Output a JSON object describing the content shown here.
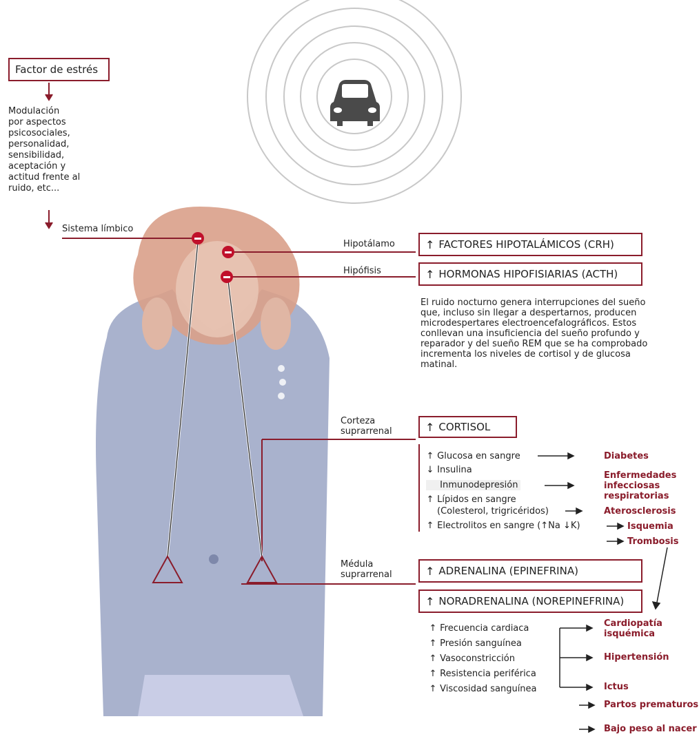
{
  "stressor": {
    "label": "Factor de estrés",
    "modulation": "Modulación\npor aspectos\npsicosociales,\npersonalidad,\nsensibilidad,\naceptación y\nactitud frente al\nruido, etc..."
  },
  "car_icon": "car-icon",
  "brain": {
    "limbic": "Sistema límbico",
    "hypothalamus": "Hipotálamo",
    "pituitary": "Hipófisis",
    "adrenal_cortex": "Corteza\nsuprarrenal",
    "adrenal_medulla": "Médula\nsuprarrenal"
  },
  "hormones": {
    "crh": "FACTORES HIPOTALÁMICOS (CRH)",
    "acth": "HORMONAS HIPOFISIARIAS (ACTH)",
    "cortisol": "CORTISOL",
    "adrenaline": "ADRENALINA (EPINEFRINA)",
    "noradrenaline": "NORADRENALINA (NOREPINEFRINA)"
  },
  "sleep_note": "El ruido nocturno genera interrupciones del sueño que, incluso sin llegar a despertarnos, producen microdespertares electroencefalográficos. Estos conllevan una insuficiencia del sueño profundo y reparador y del sueño REM que se ha comprobado incrementa los niveles de cortisol y de glucosa matinal.",
  "cortisol_effects": {
    "glucose": "Glucosa en sangre",
    "insulin": "Insulina",
    "immuno": "Inmunodepresión",
    "lipids": "Lípidos en sangre",
    "lipids_detail": "(Colesterol, trigricéridos)",
    "electrolytes": "Electrolitos en sangre (",
    "na": "Na",
    "k": "K)"
  },
  "outcomes": {
    "diabetes": "Diabetes",
    "infections": "Enfermedades\ninfecciosas\nrespiratorias",
    "atherosclerosis": "Aterosclerosis",
    "ischemia": "Isquemia",
    "thrombosis": "Trombosis",
    "cardiopathy": "Cardiopatía\nisquémica",
    "hypertension": "Hipertensión",
    "stroke": "Ictus",
    "preterm": "Partos prematuros",
    "low_weight": "Bajo peso al nacer"
  },
  "catecholamine_effects": {
    "heart_rate": "Frecuencia cardiaca",
    "blood_pressure": "Presión sanguínea",
    "vasoconstriction": "Vasoconstricción",
    "resistance": "Resistencia periférica",
    "viscosity": "Viscosidad sanguínea"
  },
  "colors": {
    "accent": "#8a1c2b",
    "jacket": "#9aa4c4",
    "hair": "#d9a08a",
    "rings": "#c8c8c8",
    "car": "#4a4a4a"
  }
}
